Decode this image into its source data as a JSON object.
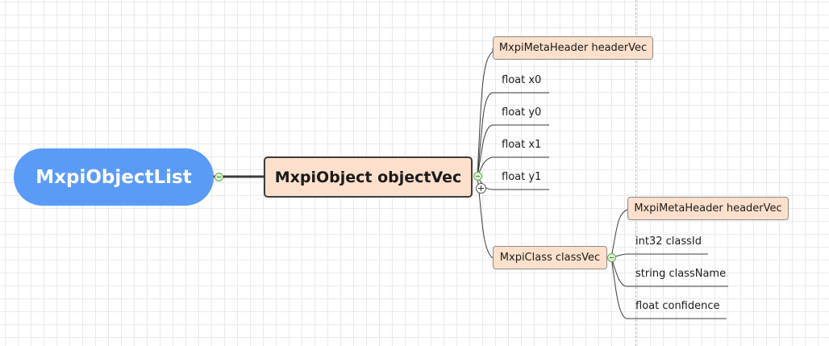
{
  "root": {
    "label": "MxpiObjectList"
  },
  "main_topic": {
    "label": "MxpiObject objectVec",
    "children": [
      "MxpiMetaHeader headerVec",
      "float x0",
      "float y0",
      "float x1",
      "float y1",
      "MxpiClass classVec"
    ]
  },
  "class_topic": {
    "children": [
      "MxpiMetaHeader headerVec",
      "int32 classId",
      "string className",
      "float confidence"
    ]
  },
  "colors": {
    "root_fill": "#5b9bf8",
    "topic_fill": "#fde0cc",
    "grid": "#e9e9e9",
    "collapse_fill": "#d9f2d0"
  }
}
